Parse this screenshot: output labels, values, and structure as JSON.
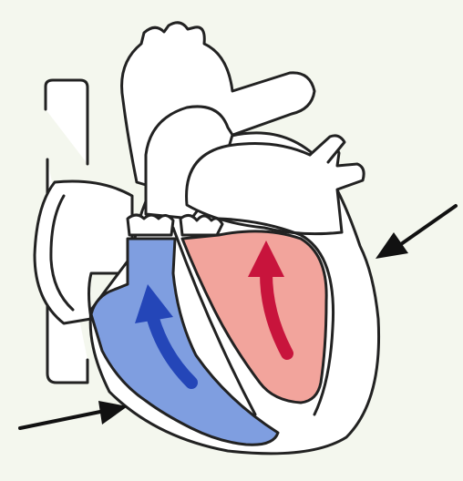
{
  "diagram": {
    "subject": "heart-cross-section",
    "colors": {
      "background": "#f4f7ee",
      "outline": "#222222",
      "wall_fill": "#ffffff",
      "right_ventricle_fill": "#7f9ee0",
      "right_ventricle_arrow": "#2446b8",
      "left_ventricle_fill": "#f2a49c",
      "left_ventricle_arrow": "#c8143c",
      "pointer_arrow": "#111111"
    },
    "icons": {
      "right_ventricle_flow": "curved-arrow-up",
      "left_ventricle_flow": "curved-arrow-up",
      "pointers": "straight-arrow"
    }
  }
}
